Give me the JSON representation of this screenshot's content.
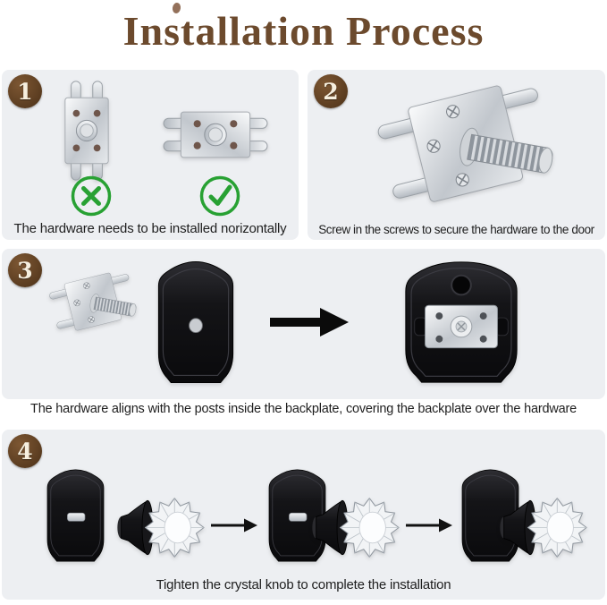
{
  "title": "Installation Process",
  "steps": [
    {
      "number": "1",
      "caption": "The hardware needs to be installed norizontally",
      "wrong_icon": "✗",
      "correct_icon": "✓"
    },
    {
      "number": "2",
      "caption": "Screw in the screws to secure the hardware to the door"
    },
    {
      "number": "3",
      "caption": "The hardware aligns with the posts inside the backplate, covering the backplate over the hardware",
      "arrow_icon": "→"
    },
    {
      "number": "4",
      "caption": "Tighten the crystal knob to complete the installation",
      "arrow_icon": "→"
    }
  ],
  "colors": {
    "title_brown": "#6c4a2d",
    "badge_brown": "#5a3d22",
    "accent_green": "#28a133",
    "panel_background": "#edeff2",
    "caption_text": "#1e1e1e"
  }
}
